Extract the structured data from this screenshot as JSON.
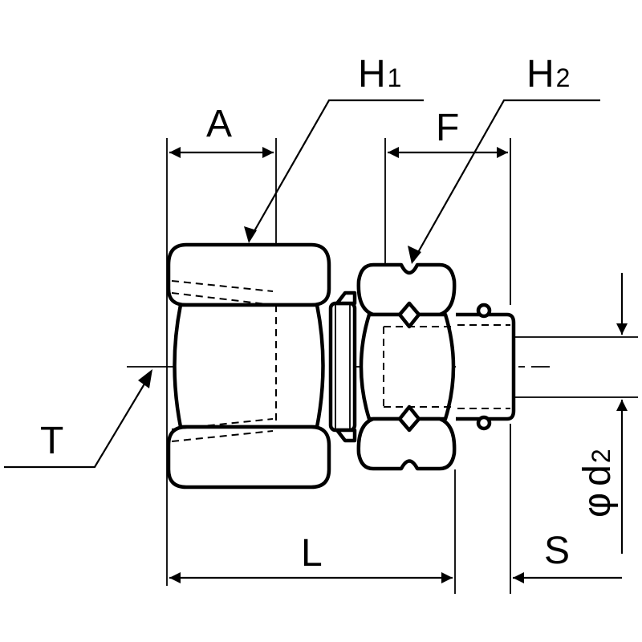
{
  "labels": {
    "A": "A",
    "H1_main": "H",
    "H1_sub": "1",
    "H2_main": "H",
    "H2_sub": "2",
    "F": "F",
    "T": "T",
    "L": "L",
    "S": "S",
    "phi": "φ",
    "d2_main": "d",
    "d2_sub": "2"
  }
}
